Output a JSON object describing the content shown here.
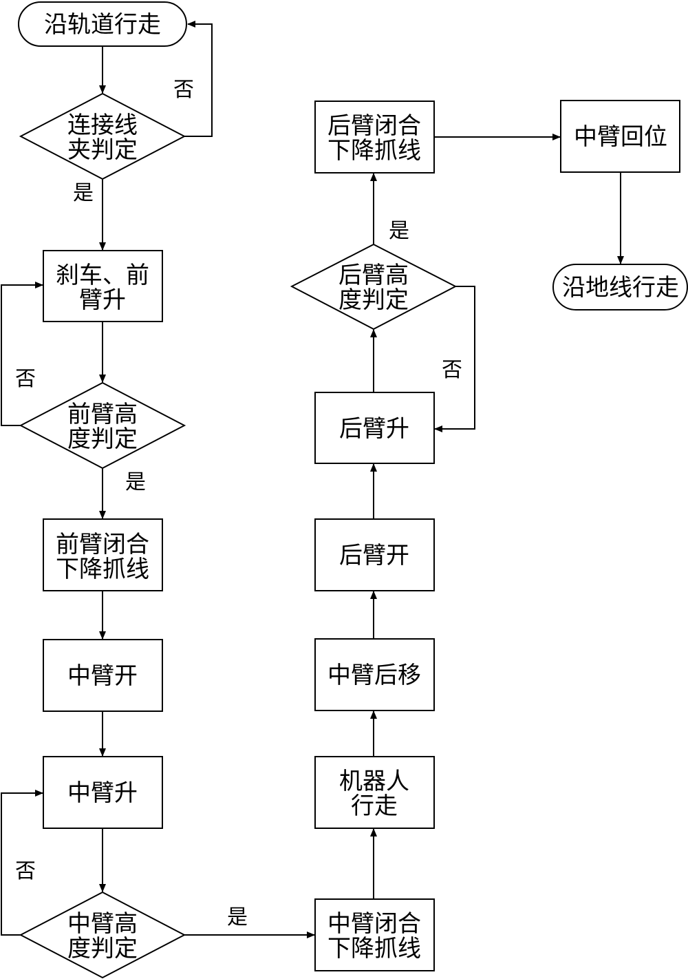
{
  "nodes": {
    "start_track": [
      "沿轨道行走"
    ],
    "clamp_check": [
      "连接线",
      "夹判定"
    ],
    "brake_front_up": [
      "刹车、前",
      "臂升"
    ],
    "front_height_check": [
      "前臂高",
      "度判定"
    ],
    "front_close": [
      "前臂闭合",
      "下降抓线"
    ],
    "mid_open": [
      "中臂开"
    ],
    "mid_up": [
      "中臂升"
    ],
    "mid_height_check": [
      "中臂高",
      "度判定"
    ],
    "mid_close": [
      "中臂闭合",
      "下降抓线"
    ],
    "robot_walk": [
      "机器人",
      "行走"
    ],
    "mid_back": [
      "中臂后移"
    ],
    "rear_open": [
      "后臂开"
    ],
    "rear_up": [
      "后臂升"
    ],
    "rear_height_check": [
      "后臂高",
      "度判定"
    ],
    "rear_close": [
      "后臂闭合",
      "下降抓线"
    ],
    "mid_return": [
      "中臂回位"
    ],
    "end_ground": [
      "沿地线行走"
    ]
  },
  "edge_labels": {
    "clamp_no": "否",
    "clamp_yes": "是",
    "front_no": "否",
    "front_yes": "是",
    "mid_no": "否",
    "mid_yes": "是",
    "rear_no": "否",
    "rear_yes": "是"
  },
  "colors": {
    "stroke": "#000000",
    "fill": "#ffffff"
  }
}
